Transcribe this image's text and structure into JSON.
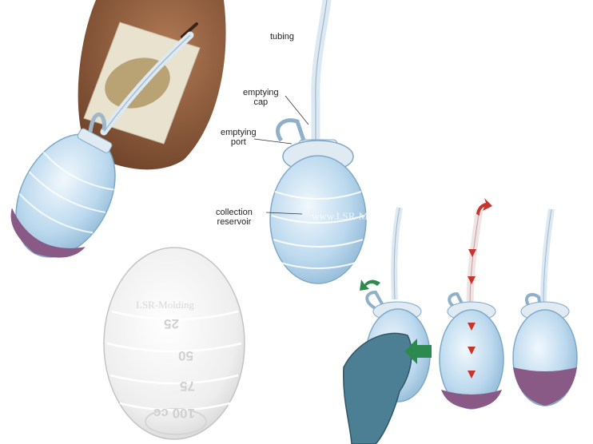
{
  "labels": {
    "tubing": "tubing",
    "emptying_cap": [
      "emptying",
      "cap"
    ],
    "emptying_port": [
      "emptying",
      "port"
    ],
    "collection_reservoir": [
      "collection",
      "reservoir"
    ]
  },
  "scale_marks": [
    "25",
    "50",
    "75",
    "100 cc"
  ],
  "watermarks": [
    "www.LSR-Molding",
    "LSR-Molding"
  ],
  "colors": {
    "bulb_blue": "#bcd9ee",
    "bulb_edge": "#7fa9c8",
    "fluid_purple": "#8a5a86",
    "skin": "#8b5a3c",
    "dressing": "#e9e2cf",
    "glove": "#4d7f94",
    "arrow_green": "#2c8a4e",
    "arrow_red": "#c8352b"
  },
  "icons": [
    "green-squeeze-arrow-icon",
    "green-curved-arrow-icon",
    "red-curved-arrow-icon",
    "red-down-arrow-icon"
  ]
}
